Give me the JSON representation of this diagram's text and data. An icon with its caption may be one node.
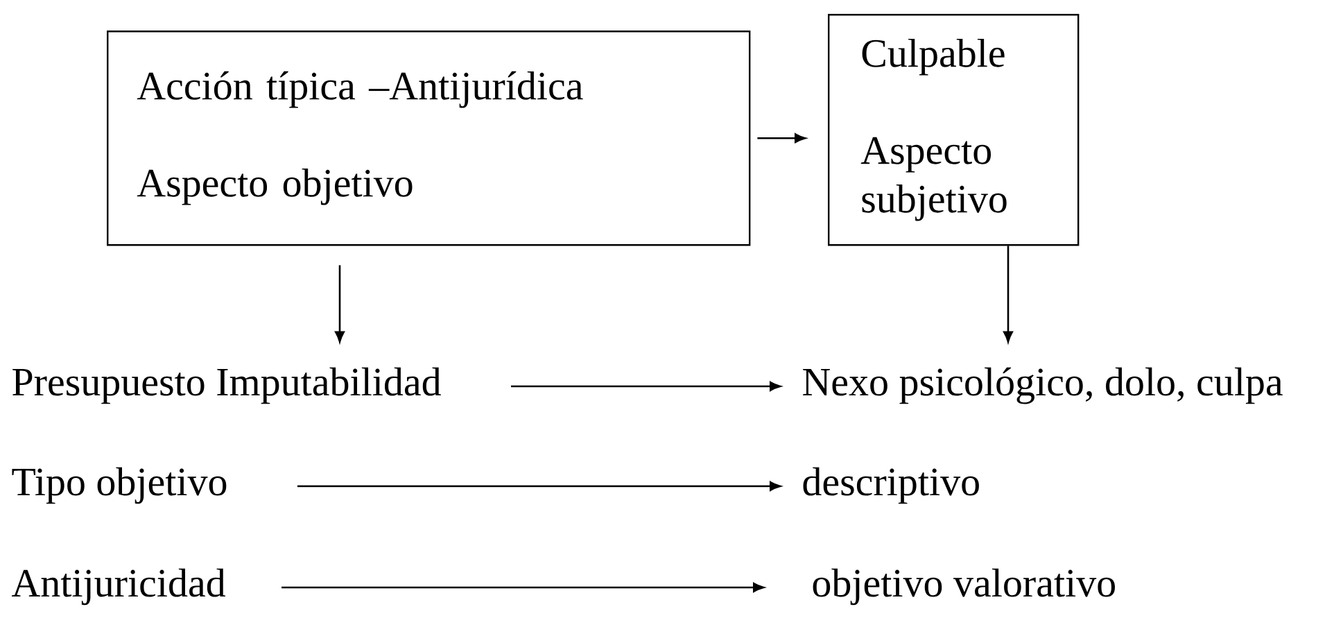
{
  "diagram": {
    "nodes": [
      {
        "text": [
          "Acción típica –Antijurídica",
          "Aspecto objetivo"
        ]
      },
      {
        "text": [
          "Culpable",
          "Aspecto subjetivo"
        ]
      },
      {
        "text": [
          "Presupuesto Imputabilidad"
        ]
      },
      {
        "text": [
          "Nexo psicológico, dolo, culpa"
        ]
      },
      {
        "text": [
          "Tipo objetivo"
        ]
      },
      {
        "text": [
          "descriptivo"
        ]
      },
      {
        "text": [
          "Antijuricidad"
        ]
      },
      {
        "text": [
          "objetivo valorativo"
        ]
      }
    ],
    "edges": [
      {
        "from": 0,
        "to": 1,
        "arrow": "to"
      },
      {
        "from": 0,
        "to": 2,
        "arrow": "to"
      },
      {
        "from": 1,
        "to": 3,
        "arrow": "to"
      },
      {
        "from": 2,
        "to": 3,
        "arrow": "to"
      },
      {
        "from": 4,
        "to": 5,
        "arrow": "to"
      },
      {
        "from": 6,
        "to": 7,
        "arrow": "to"
      }
    ]
  }
}
